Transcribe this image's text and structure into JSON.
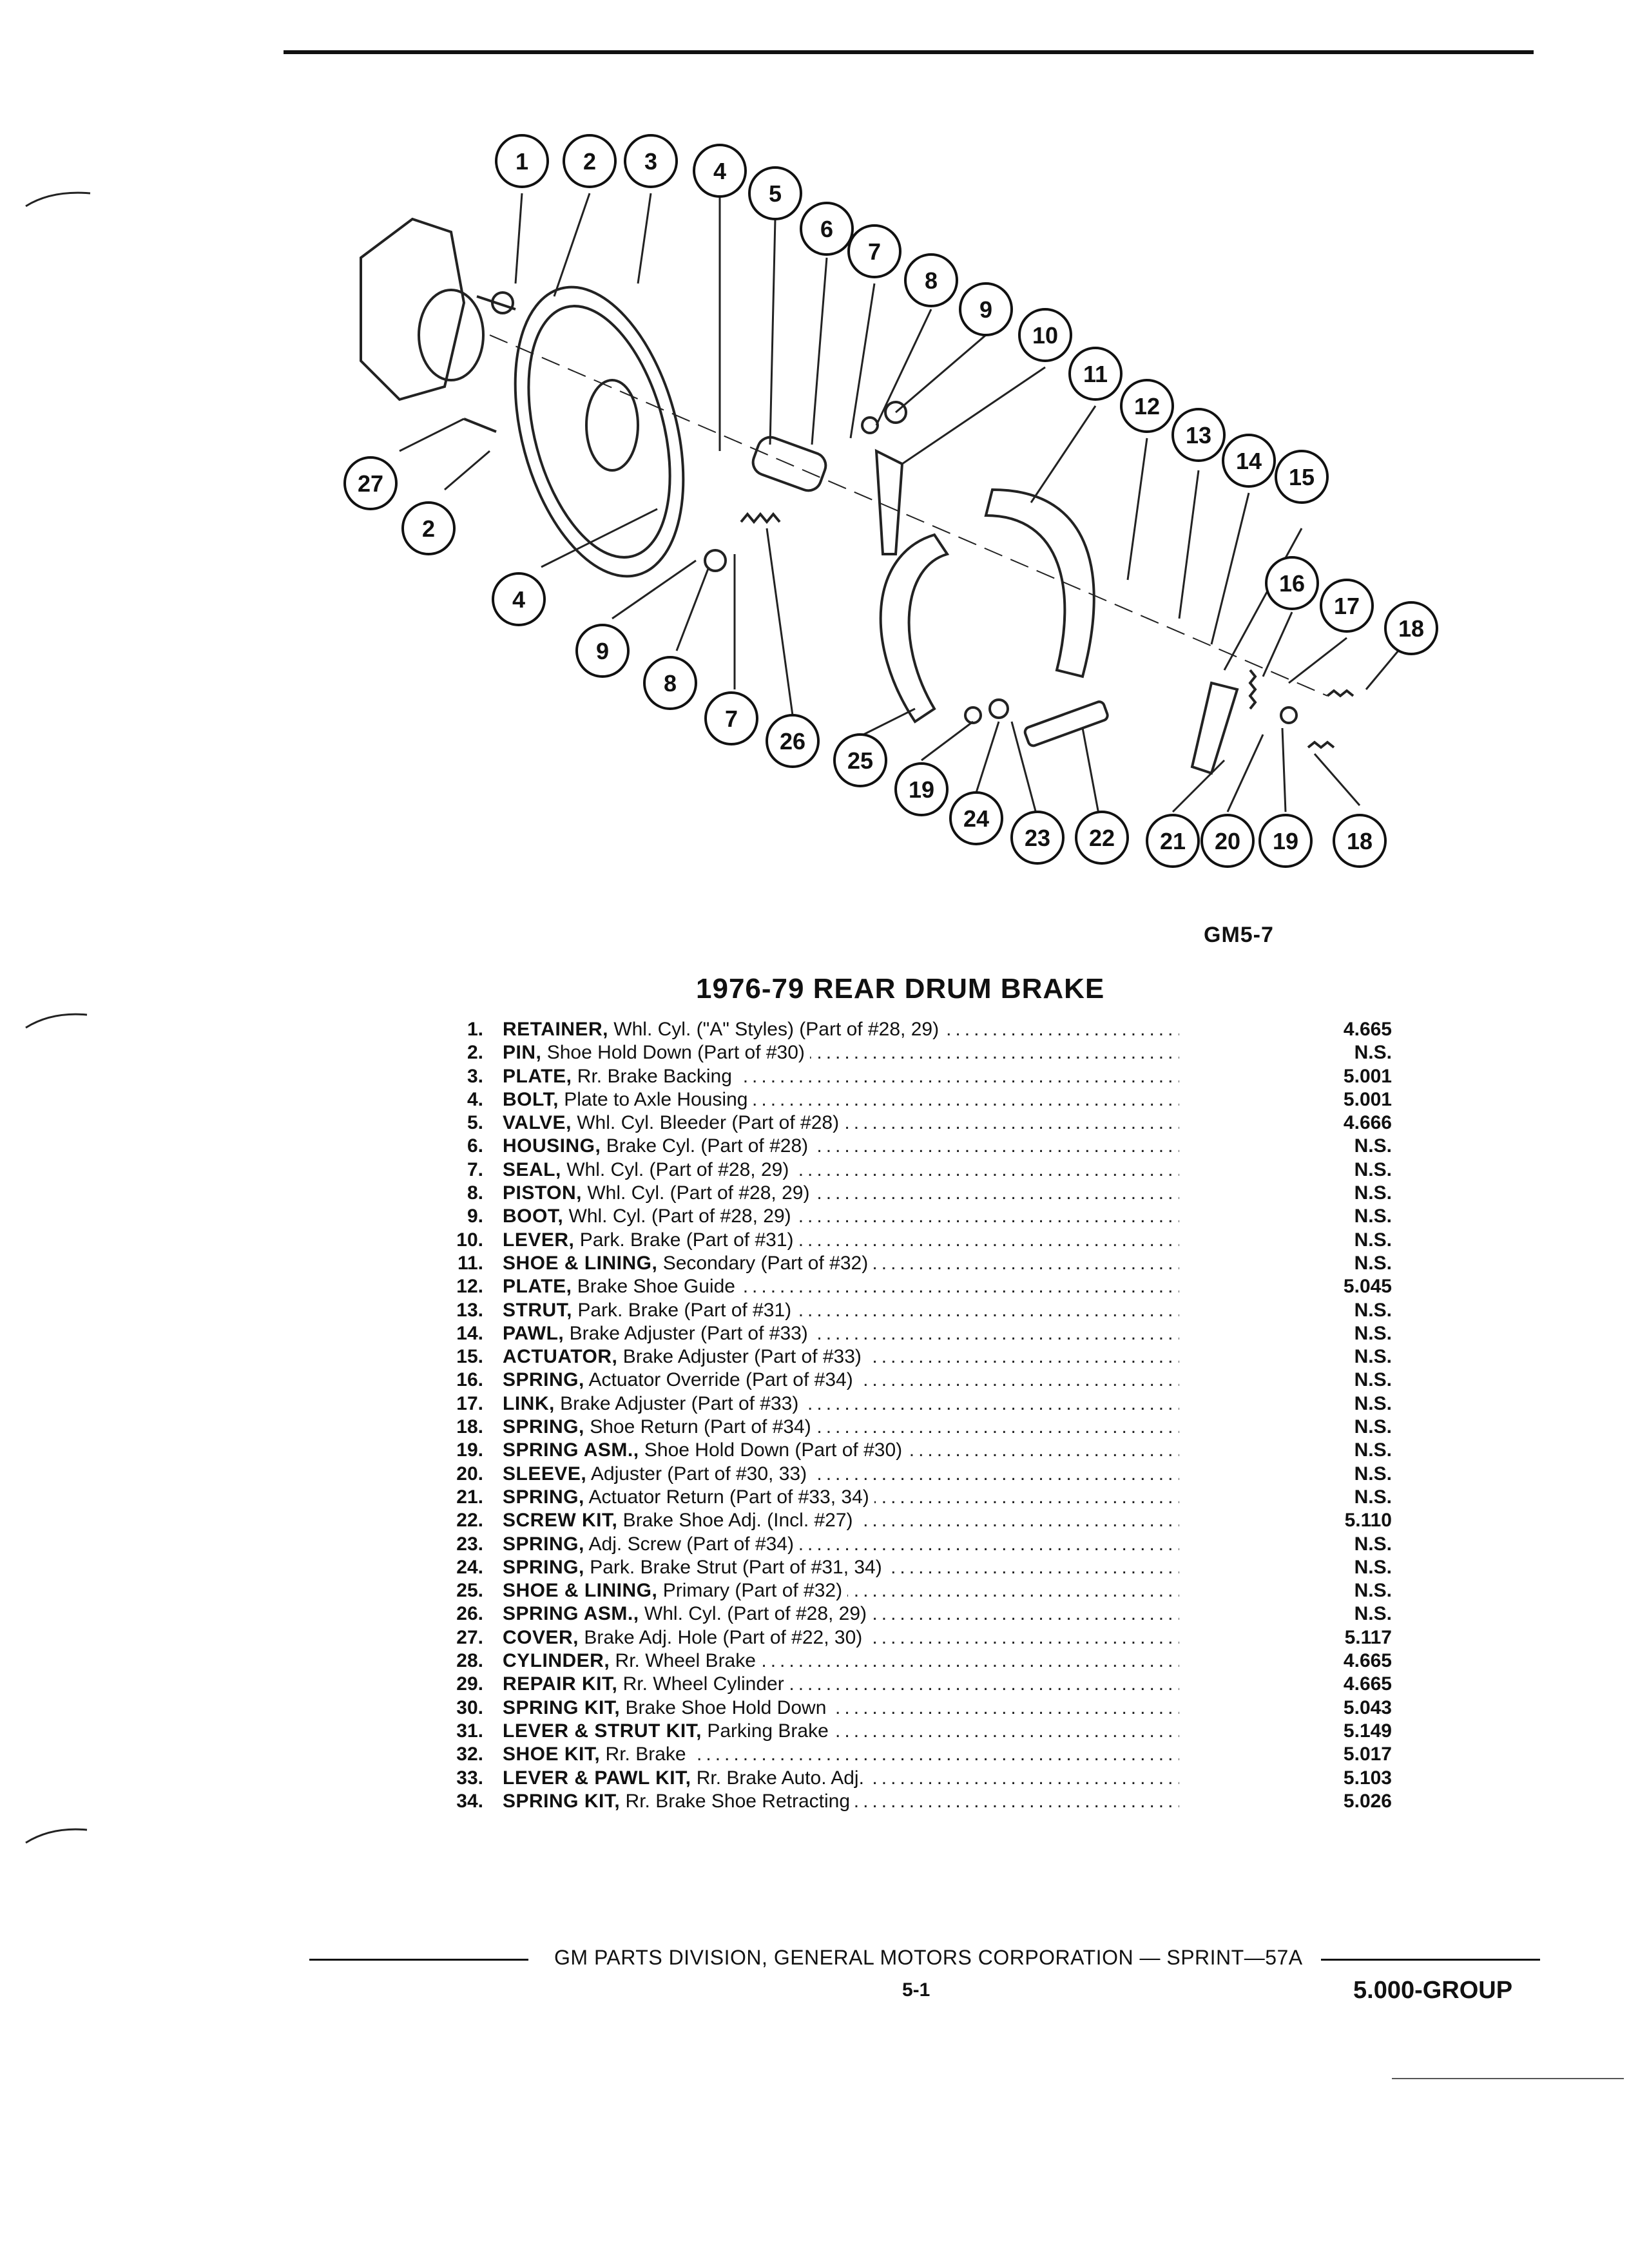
{
  "figure_code": "GM5-7",
  "title": "1976-79 REAR DRUM BRAKE",
  "callouts": [
    "1",
    "2",
    "3",
    "4",
    "5",
    "6",
    "7",
    "8",
    "9",
    "10",
    "11",
    "12",
    "13",
    "14",
    "15",
    "27",
    "2",
    "4",
    "9",
    "8",
    "7",
    "26",
    "25",
    "19",
    "24",
    "23",
    "22",
    "16",
    "17",
    "18",
    "21",
    "20",
    "19",
    "18"
  ],
  "parts": [
    {
      "num": "1.",
      "name": "RETAINER,",
      "desc": "Whl. Cyl. (\"A\" Styles) (Part of #28, 29)",
      "ref": "4.665"
    },
    {
      "num": "2.",
      "name": "PIN,",
      "desc": "Shoe Hold Down (Part of #30)",
      "ref": "N.S."
    },
    {
      "num": "3.",
      "name": "PLATE,",
      "desc": "Rr. Brake Backing",
      "ref": "5.001"
    },
    {
      "num": "4.",
      "name": "BOLT,",
      "desc": "Plate to Axle Housing",
      "ref": "5.001"
    },
    {
      "num": "5.",
      "name": "VALVE,",
      "desc": "Whl. Cyl. Bleeder (Part of #28)",
      "ref": "4.666"
    },
    {
      "num": "6.",
      "name": "HOUSING,",
      "desc": "Brake Cyl. (Part of #28)",
      "ref": "N.S."
    },
    {
      "num": "7.",
      "name": "SEAL,",
      "desc": "Whl. Cyl. (Part of #28, 29)",
      "ref": "N.S."
    },
    {
      "num": "8.",
      "name": "PISTON,",
      "desc": "Whl. Cyl. (Part of #28, 29)",
      "ref": "N.S."
    },
    {
      "num": "9.",
      "name": "BOOT,",
      "desc": "Whl. Cyl. (Part of #28, 29)",
      "ref": "N.S."
    },
    {
      "num": "10.",
      "name": "LEVER,",
      "desc": "Park. Brake (Part of #31)",
      "ref": "N.S."
    },
    {
      "num": "11.",
      "name": "SHOE & LINING,",
      "desc": "Secondary (Part of #32)",
      "ref": "N.S."
    },
    {
      "num": "12.",
      "name": "PLATE,",
      "desc": "Brake Shoe Guide",
      "ref": "5.045"
    },
    {
      "num": "13.",
      "name": "STRUT,",
      "desc": "Park. Brake (Part of #31)",
      "ref": "N.S."
    },
    {
      "num": "14.",
      "name": "PAWL,",
      "desc": "Brake Adjuster (Part of #33)",
      "ref": "N.S."
    },
    {
      "num": "15.",
      "name": "ACTUATOR,",
      "desc": "Brake Adjuster (Part of #33)",
      "ref": "N.S."
    },
    {
      "num": "16.",
      "name": "SPRING,",
      "desc": "Actuator Override (Part of #34)",
      "ref": "N.S."
    },
    {
      "num": "17.",
      "name": "LINK,",
      "desc": "Brake Adjuster (Part of #33)",
      "ref": "N.S."
    },
    {
      "num": "18.",
      "name": "SPRING,",
      "desc": "Shoe Return (Part of #34)",
      "ref": "N.S."
    },
    {
      "num": "19.",
      "name": "SPRING ASM.,",
      "desc": "Shoe Hold Down (Part of #30)",
      "ref": "N.S."
    },
    {
      "num": "20.",
      "name": "SLEEVE,",
      "desc": "Adjuster (Part of #30, 33)",
      "ref": "N.S."
    },
    {
      "num": "21.",
      "name": "SPRING,",
      "desc": "Actuator Return (Part of #33, 34)",
      "ref": "N.S."
    },
    {
      "num": "22.",
      "name": "SCREW KIT,",
      "desc": "Brake Shoe Adj. (Incl. #27)",
      "ref": "5.110"
    },
    {
      "num": "23.",
      "name": "SPRING,",
      "desc": "Adj. Screw (Part of #34)",
      "ref": "N.S."
    },
    {
      "num": "24.",
      "name": "SPRING,",
      "desc": "Park. Brake Strut (Part of #31, 34)",
      "ref": "N.S."
    },
    {
      "num": "25.",
      "name": "SHOE & LINING,",
      "desc": "Primary (Part of #32)",
      "ref": "N.S."
    },
    {
      "num": "26.",
      "name": "SPRING ASM.,",
      "desc": "Whl. Cyl. (Part of #28, 29)",
      "ref": "N.S."
    },
    {
      "num": "27.",
      "name": "COVER,",
      "desc": "Brake Adj. Hole (Part of #22, 30)",
      "ref": "5.117"
    },
    {
      "num": "28.",
      "name": "CYLINDER,",
      "desc": "Rr. Wheel Brake",
      "ref": "4.665"
    },
    {
      "num": "29.",
      "name": "REPAIR KIT,",
      "desc": "Rr. Wheel Cylinder",
      "ref": "4.665"
    },
    {
      "num": "30.",
      "name": "SPRING KIT,",
      "desc": "Brake Shoe Hold Down",
      "ref": "5.043"
    },
    {
      "num": "31.",
      "name": "LEVER & STRUT KIT,",
      "desc": "Parking Brake",
      "ref": "5.149"
    },
    {
      "num": "32.",
      "name": "SHOE KIT,",
      "desc": "Rr. Brake",
      "ref": "5.017"
    },
    {
      "num": "33.",
      "name": "LEVER & PAWL KIT,",
      "desc": "Rr. Brake Auto. Adj.",
      "ref": "5.103"
    },
    {
      "num": "34.",
      "name": "SPRING KIT,",
      "desc": "Rr. Brake Shoe Retracting",
      "ref": "5.026"
    }
  ],
  "footer": {
    "publisher": "GM PARTS DIVISION, GENERAL MOTORS CORPORATION — SPRINT—57A",
    "page": "5-1",
    "group": "5.000-GROUP"
  }
}
